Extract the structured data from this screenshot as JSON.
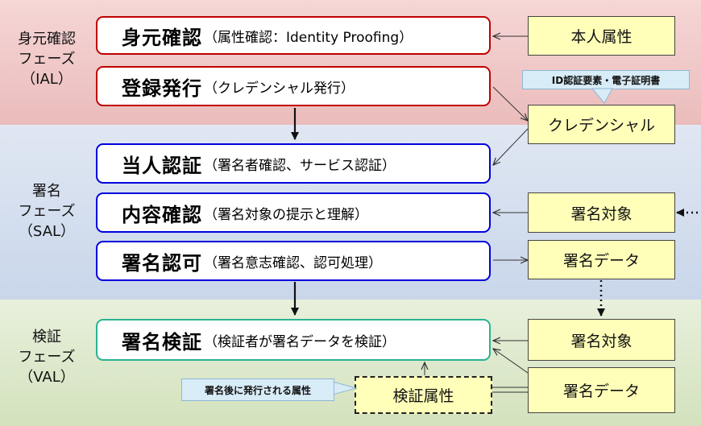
{
  "phases": {
    "ial": {
      "line1": "身元確認",
      "line2": "フェーズ",
      "line3": "（IAL）"
    },
    "sal": {
      "line1": "署名",
      "line2": "フェーズ",
      "line3": "（SAL）"
    },
    "val": {
      "line1": "検証",
      "line2": "フェーズ",
      "line3": "（VAL）"
    }
  },
  "steps": [
    {
      "main": "身元確認",
      "sub": "（属性確認：Identity Proofing）"
    },
    {
      "main": "登録発行",
      "sub": "（クレデンシャル発行）"
    },
    {
      "main": "当人認証",
      "sub": "（署名者確認、サービス認証）"
    },
    {
      "main": "内容確認",
      "sub": "（署名対象の提示と理解）"
    },
    {
      "main": "署名認可",
      "sub": "（署名意志確認、認可処理）"
    },
    {
      "main": "署名検証",
      "sub": "（検証者が署名データを検証）"
    }
  ],
  "items": {
    "personal_attributes": "本人属性",
    "credential": "クレデンシャル",
    "sign_target_1": "署名対象",
    "sign_data_1": "署名データ",
    "sign_target_2": "署名対象",
    "sign_data_2": "署名データ",
    "verify_attributes": "検証属性"
  },
  "callouts": {
    "credential_note": "ID認証要素・電子証明書",
    "post_sign_note": "署名後に発行される属性"
  },
  "colors": {
    "ial_border": "#c00000",
    "sal_border": "#0000dd",
    "val_border": "#2ab38f",
    "item_fill": "#ffffb9"
  }
}
